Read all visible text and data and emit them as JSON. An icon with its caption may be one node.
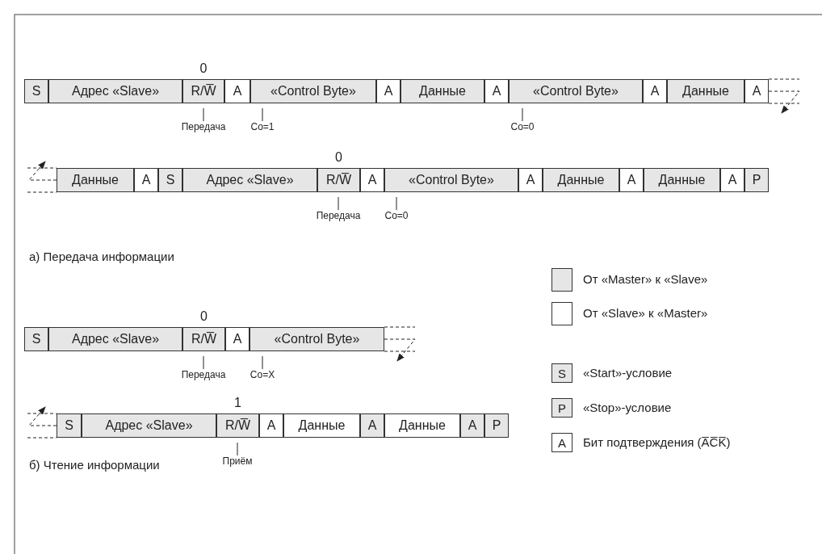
{
  "diagram": {
    "nodes": [
      {
        "text": [
          "S"
        ]
      },
      {
        "text": [
          "Адрес «Slave»"
        ]
      },
      {
        "text": [
          "R/W̅"
        ],
        "beside": [
          "0"
        ]
      },
      {
        "text": [
          "A"
        ]
      },
      {
        "text": [
          "«Control Byte»"
        ]
      },
      {
        "text": [
          "A"
        ]
      },
      {
        "text": [
          "Данные"
        ]
      },
      {
        "text": [
          "A"
        ]
      },
      {
        "text": [
          "«Control Byte»"
        ]
      },
      {
        "text": [
          "A"
        ]
      },
      {
        "text": [
          "Данные"
        ]
      },
      {
        "text": [
          "A"
        ]
      },
      {
        "text": [
          "Передача"
        ]
      },
      {
        "text": [
          "Co=1"
        ]
      },
      {
        "text": [
          "Co=0"
        ]
      },
      {
        "text": [
          "Данные"
        ]
      },
      {
        "text": [
          "A"
        ]
      },
      {
        "text": [
          "S"
        ]
      },
      {
        "text": [
          "Адрес «Slave»"
        ]
      },
      {
        "text": [
          "R/W̅"
        ],
        "beside": [
          "0"
        ]
      },
      {
        "text": [
          "A"
        ]
      },
      {
        "text": [
          "«Control Byte»"
        ]
      },
      {
        "text": [
          "A"
        ]
      },
      {
        "text": [
          "Данные"
        ]
      },
      {
        "text": [
          "A"
        ]
      },
      {
        "text": [
          "Данные"
        ]
      },
      {
        "text": [
          "A"
        ]
      },
      {
        "text": [
          "P"
        ]
      },
      {
        "text": [
          "Передача"
        ]
      },
      {
        "text": [
          "Co=0"
        ]
      },
      {
        "text": [
          "S"
        ]
      },
      {
        "text": [
          "Адрес «Slave»"
        ]
      },
      {
        "text": [
          "R/W̅"
        ],
        "beside": [
          "0"
        ]
      },
      {
        "text": [
          "A"
        ]
      },
      {
        "text": [
          "«Control Byte»"
        ]
      },
      {
        "text": [
          "Передача"
        ]
      },
      {
        "text": [
          "Co=X"
        ]
      },
      {
        "text": [
          "S"
        ]
      },
      {
        "text": [
          "Адрес «Slave»"
        ]
      },
      {
        "text": [
          "R/W̅"
        ],
        "beside": [
          "1"
        ]
      },
      {
        "text": [
          "A"
        ]
      },
      {
        "text": [
          "Данные"
        ]
      },
      {
        "text": [
          "A"
        ]
      },
      {
        "text": [
          "Данные"
        ]
      },
      {
        "text": [
          "A"
        ]
      },
      {
        "text": [
          "P"
        ]
      },
      {
        "text": [
          "Приём"
        ]
      },
      {
        "text": [
          "S"
        ],
        "beside": [
          "«Start»-условие"
        ]
      },
      {
        "text": [
          "P"
        ],
        "beside": [
          "«Stop»-условие"
        ]
      },
      {
        "text": [
          "A"
        ],
        "beside": [
          "Бит подтверждения (A̅C̅K̅)"
        ]
      }
    ],
    "edges": [
      {
        "from": 12,
        "to": 2,
        "arrow": "none"
      },
      {
        "from": 13,
        "to": 4,
        "arrow": "none"
      },
      {
        "from": 14,
        "to": 8,
        "arrow": "none"
      },
      {
        "from": null,
        "to": 11,
        "arrow": "to",
        "style": "dashed"
      },
      {
        "from": null,
        "to": 15,
        "arrow": "to",
        "style": "dashed"
      },
      {
        "from": 28,
        "to": 19,
        "arrow": "none"
      },
      {
        "from": 29,
        "to": 21,
        "arrow": "none"
      },
      {
        "from": 35,
        "to": 32,
        "arrow": "none"
      },
      {
        "from": 36,
        "to": 34,
        "arrow": "none"
      },
      {
        "from": null,
        "to": 34,
        "arrow": "to",
        "style": "dashed"
      },
      {
        "from": null,
        "to": 37,
        "arrow": "to",
        "style": "dashed"
      },
      {
        "from": 46,
        "to": 39,
        "arrow": "none"
      }
    ],
    "labels": [
      "а) Передача информации",
      "б) Чтение информации"
    ],
    "legend": [
      {
        "text": "От «Master» к «Slave»",
        "color": "#e6e6e6"
      },
      {
        "text": "От «Slave» к «Master»",
        "color": "#ffffff"
      }
    ]
  }
}
